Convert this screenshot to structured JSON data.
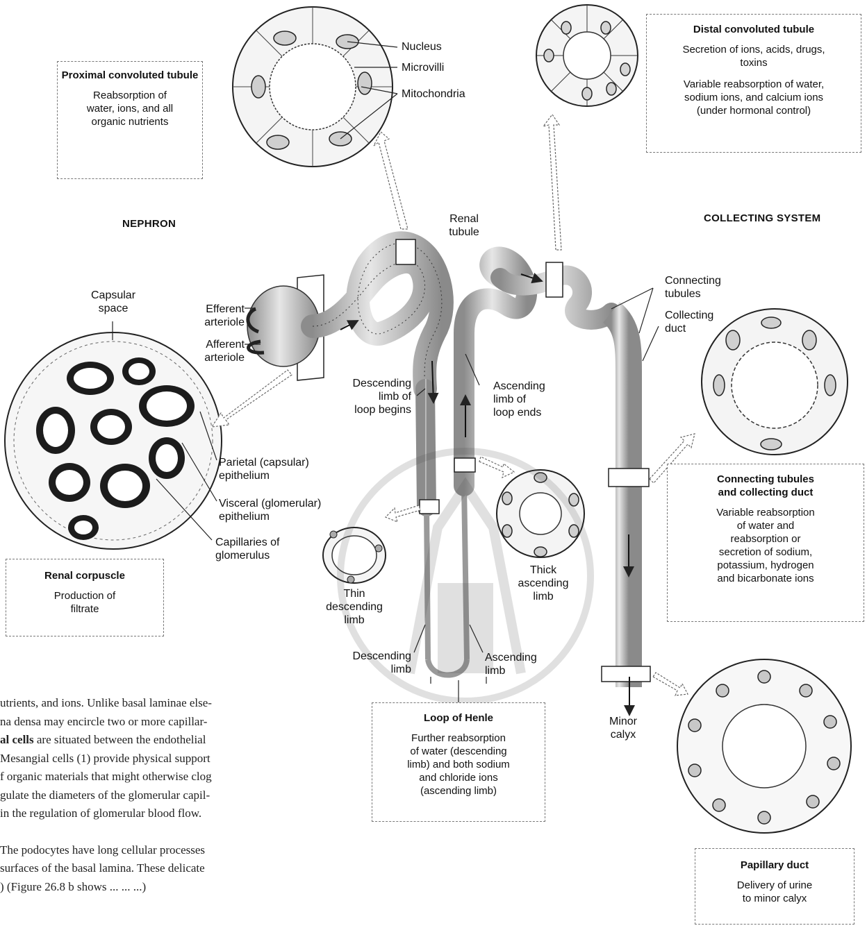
{
  "sections": {
    "nephron": "NEPHRON",
    "collecting_system": "COLLECTING SYSTEM"
  },
  "boxes": {
    "proximal": {
      "title": "Proximal convoluted tubule",
      "lines": [
        "Reabsorption of",
        "water, ions, and all",
        "organic nutrients"
      ]
    },
    "distal": {
      "title": "Distal convoluted tubule",
      "lines": [
        "Secretion of ions, acids, drugs,",
        "toxins",
        "",
        "Variable reabsorption of water,",
        "sodium ions, and calcium ions",
        "(under hormonal control)"
      ]
    },
    "renal_corpuscle": {
      "title": "Renal corpuscle",
      "lines": [
        "Production of",
        "filtrate"
      ]
    },
    "loop": {
      "title": "Loop of Henle",
      "lines": [
        "Further reabsorption",
        "of water (descending",
        "limb) and both sodium",
        "and chloride ions",
        "(ascending limb)"
      ]
    },
    "connecting": {
      "title": "Connecting tubules",
      "title2": "and collecting duct",
      "lines": [
        "Variable reabsorption",
        "of water and",
        "reabsorption or",
        "secretion of sodium,",
        "potassium, hydrogen",
        "and bicarbonate ions"
      ]
    },
    "papillary": {
      "title": "Papillary duct",
      "lines": [
        "Delivery of urine",
        "to minor calyx"
      ]
    }
  },
  "labels": {
    "nucleus": "Nucleus",
    "microvilli": "Microvilli",
    "mitochondria": "Mitochondria",
    "renal_tubule": [
      "Renal",
      "tubule"
    ],
    "capsular_space": [
      "Capsular",
      "space"
    ],
    "efferent": [
      "Efferent",
      "arteriole"
    ],
    "afferent": [
      "Afferent",
      "arteriole"
    ],
    "descending_begins": [
      "Descending",
      "limb of",
      "loop begins"
    ],
    "ascending_ends": [
      "Ascending",
      "limb of",
      "loop ends"
    ],
    "connecting_tubules": [
      "Connecting",
      "tubules"
    ],
    "collecting_duct": [
      "Collecting",
      "duct"
    ],
    "parietal": [
      "Parietal (capsular)",
      "epithelium"
    ],
    "visceral": [
      "Visceral (glomerular)",
      "epithelium"
    ],
    "capillaries": [
      "Capillaries of",
      "glomerulus"
    ],
    "thin_desc": [
      "Thin",
      "descending",
      "limb"
    ],
    "thick_asc": [
      "Thick",
      "ascending",
      "limb"
    ],
    "desc_limb": [
      "Descending",
      "limb"
    ],
    "asc_limb": [
      "Ascending",
      "limb"
    ],
    "minor_calyx": [
      "Minor",
      "calyx"
    ]
  },
  "page_text": {
    "line1": "utrients, and ions. Unlike basal laminae else-",
    "line2": "na densa may encircle two or more capillar-",
    "line3_bold": "al cells",
    "line3_rest": " are situated between the endothelial",
    "line4": " Mesangial cells (1) provide physical support",
    "line5": "f organic materials that might otherwise clog",
    "line6": "gulate the diameters of the glomerular capil-",
    "line7": " in the regulation of glomerular blood flow.",
    "line8": " The podocytes have long cellular processes",
    "line9": " surfaces of the basal lamina. These delicate",
    "line10": ") (Figure 26.8 b shows ... ... ...)"
  },
  "colors": {
    "ink": "#111111",
    "tubule": "#bdbdbd",
    "box_border": "#777777"
  }
}
